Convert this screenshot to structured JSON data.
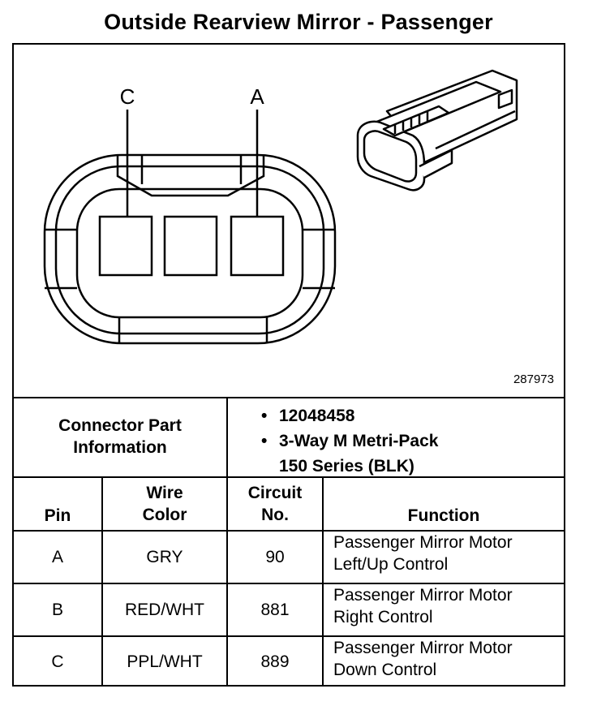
{
  "title": "Outside Rearview Mirror - Passenger",
  "figure_number": "287973",
  "pin_labels": {
    "left": "C",
    "right": "A"
  },
  "connector_info": {
    "label_line1": "Connector Part",
    "label_line2": "Information",
    "part_number": "12048458",
    "description_line1": "3-Way M Metri-Pack",
    "description_line2": "150 Series (BLK)"
  },
  "columns": {
    "pin": "Pin",
    "wire_color_line1": "Wire",
    "wire_color_line2": "Color",
    "circuit_line1": "Circuit",
    "circuit_line2": "No.",
    "function": "Function"
  },
  "rows": [
    {
      "pin": "A",
      "wire_color": "GRY",
      "circuit": "90",
      "function_line1": "Passenger Mirror Motor",
      "function_line2": "Left/Up Control"
    },
    {
      "pin": "B",
      "wire_color": "RED/WHT",
      "circuit": "881",
      "function_line1": "Passenger Mirror Motor",
      "function_line2": "Right Control"
    },
    {
      "pin": "C",
      "wire_color": "PPL/WHT",
      "circuit": "889",
      "function_line1": "Passenger Mirror Motor",
      "function_line2": "Down Control"
    }
  ]
}
